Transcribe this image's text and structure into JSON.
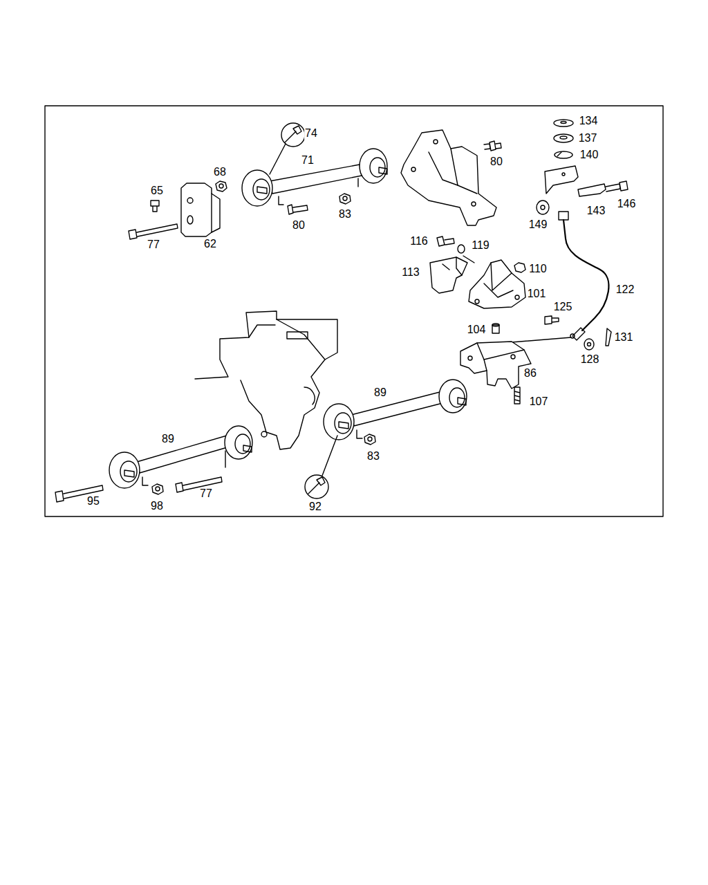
{
  "diagram": {
    "labels": [
      "74",
      "71",
      "68",
      "65",
      "80",
      "80",
      "83",
      "77",
      "62",
      "134",
      "137",
      "140",
      "146",
      "143",
      "149",
      "116",
      "119",
      "110",
      "113",
      "101",
      "122",
      "125",
      "104",
      "131",
      "128",
      "86",
      "107",
      "89",
      "89",
      "83",
      "95",
      "98",
      "77",
      "92"
    ]
  }
}
